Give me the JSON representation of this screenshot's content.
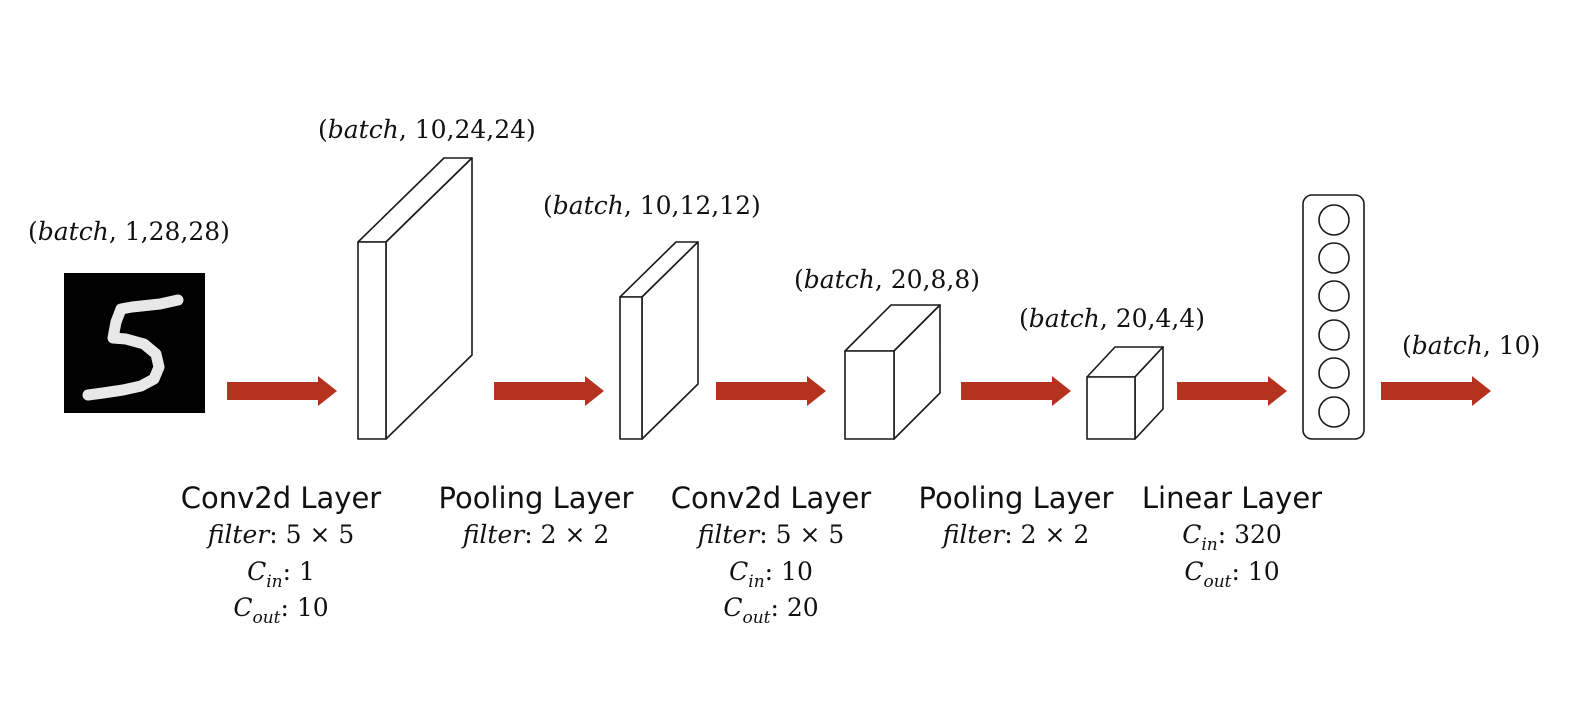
{
  "colors": {
    "arrow": "#b5321e",
    "outline": "#1a1a1a",
    "input_background": "#000000",
    "digit_stroke": "#e8e8e8"
  },
  "input": {
    "image": "handwritten digit 5 (MNIST)",
    "shape": {
      "open": "(",
      "var": "batch",
      "rest": ", 1,28,28)"
    }
  },
  "tensors": [
    {
      "open": "(",
      "var": "batch",
      "rest": ", 10,24,24)"
    },
    {
      "open": "(",
      "var": "batch",
      "rest": ", 10,12,12)"
    },
    {
      "open": "(",
      "var": "batch",
      "rest": ", 20,8,8)"
    },
    {
      "open": "(",
      "var": "batch",
      "rest": ", 20,4,4)"
    }
  ],
  "output": {
    "open": "(",
    "var": "batch",
    "rest": ", 10)"
  },
  "layers": [
    {
      "title": "Conv2d Layer",
      "filter": {
        "name": "filter",
        "value": ":  5 × 5"
      },
      "cin": {
        "sym": "C",
        "sub": "in",
        "value": ": 1"
      },
      "cout": {
        "sym": "C",
        "sub": "out",
        "value": ": 10"
      }
    },
    {
      "title": "Pooling Layer",
      "filter": {
        "name": "filter",
        "value": ": 2 × 2"
      }
    },
    {
      "title": "Conv2d Layer",
      "filter": {
        "name": "filter",
        "value": ":  5 × 5"
      },
      "cin": {
        "sym": "C",
        "sub": "in",
        "value": ": 10"
      },
      "cout": {
        "sym": "C",
        "sub": "out",
        "value": ": 20"
      }
    },
    {
      "title": "Pooling Layer",
      "filter": {
        "name": "filter",
        "value": ": 2 × 2"
      }
    },
    {
      "title": "Linear Layer",
      "cin": {
        "sym": "C",
        "sub": "in",
        "value": ": 320"
      },
      "cout": {
        "sym": "C",
        "sub": "out",
        "value": ": 10"
      }
    }
  ],
  "linear_output_neurons": 6
}
